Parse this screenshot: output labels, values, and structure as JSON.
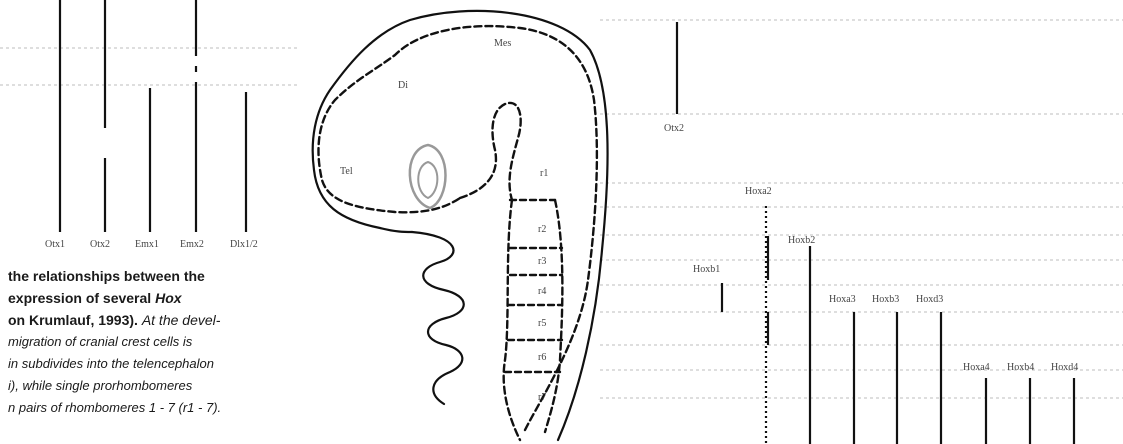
{
  "left_genes": [
    "Otx1",
    "Otx2",
    "Emx1",
    "Emx2",
    "Dlx1/2"
  ],
  "regions": {
    "mes": "Mes",
    "di": "Di",
    "tel": "Tel",
    "rhombomeres": [
      "r1",
      "r2",
      "r3",
      "r4",
      "r5",
      "r6",
      "r7"
    ]
  },
  "right_genes": {
    "otx2": "Otx2",
    "hoxa2": "Hoxa2",
    "hoxb2": "Hoxb2",
    "hoxb1": "Hoxb1",
    "hoxa3": "Hoxa3",
    "hoxb3": "Hoxb3",
    "hoxd3": "Hoxd3",
    "hoxa4": "Hoxa4",
    "hoxb4": "Hoxb4",
    "hoxd4": "Hoxd4"
  },
  "caption": {
    "line1_bold": "the relationships between the",
    "line2_bold_a": "expression of several",
    "line2_bold_italic": "Hox",
    "line3_bold": "on Krumlauf, 1993).",
    "line3_italic": "At the devel-",
    "line4": "migration of cranial crest cells is",
    "line5": "in subdivides into the telencephalon",
    "line6": "i), while single prorhombomeres",
    "line7": "n pairs of rhombomeres 1 - 7 (r1 - 7)."
  }
}
